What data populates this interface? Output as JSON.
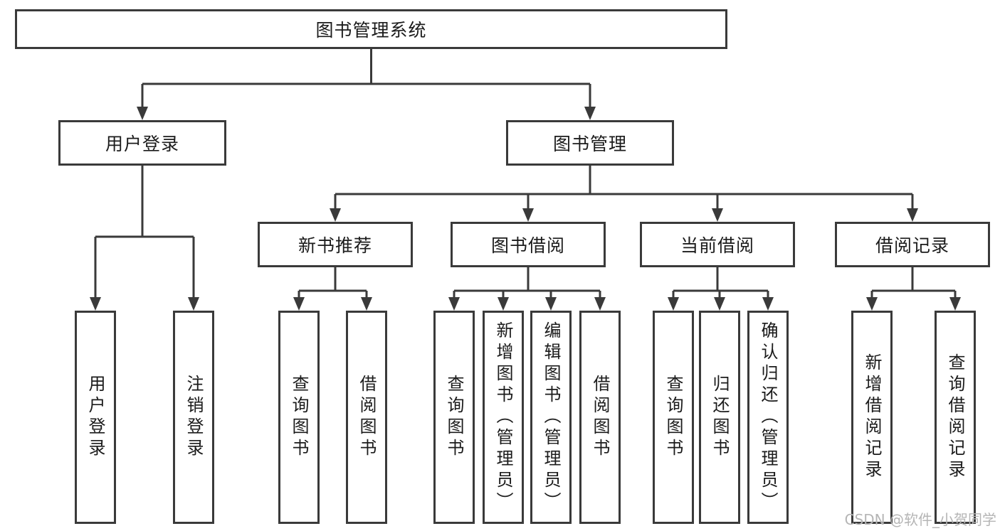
{
  "diagram": {
    "tree": {
      "label": "图书管理系统",
      "children": [
        {
          "label": "用户登录",
          "children": [
            {
              "label": "用户登录"
            },
            {
              "label": "注销登录"
            }
          ]
        },
        {
          "label": "图书管理",
          "children": [
            {
              "label": "新书推荐",
              "children": [
                {
                  "label": "查询图书"
                },
                {
                  "label": "借阅图书"
                }
              ]
            },
            {
              "label": "图书借阅",
              "children": [
                {
                  "label": "查询图书"
                },
                {
                  "label": "新增图书（管理员）"
                },
                {
                  "label": "编辑图书（管理员）"
                },
                {
                  "label": "借阅图书"
                }
              ]
            },
            {
              "label": "当前借阅",
              "children": [
                {
                  "label": "查询图书"
                },
                {
                  "label": "归还图书"
                },
                {
                  "label": "确认归还（管理员）"
                }
              ]
            },
            {
              "label": "借阅记录",
              "children": [
                {
                  "label": "新增借阅记录"
                },
                {
                  "label": "查询借阅记录"
                }
              ]
            }
          ]
        }
      ]
    }
  },
  "watermark": "CSDN @软件_小贺同学",
  "colors": {
    "line": "#3a3a3a",
    "text": "#1b1b1b",
    "watermark": "#b5b5b5",
    "background": "#ffffff"
  }
}
